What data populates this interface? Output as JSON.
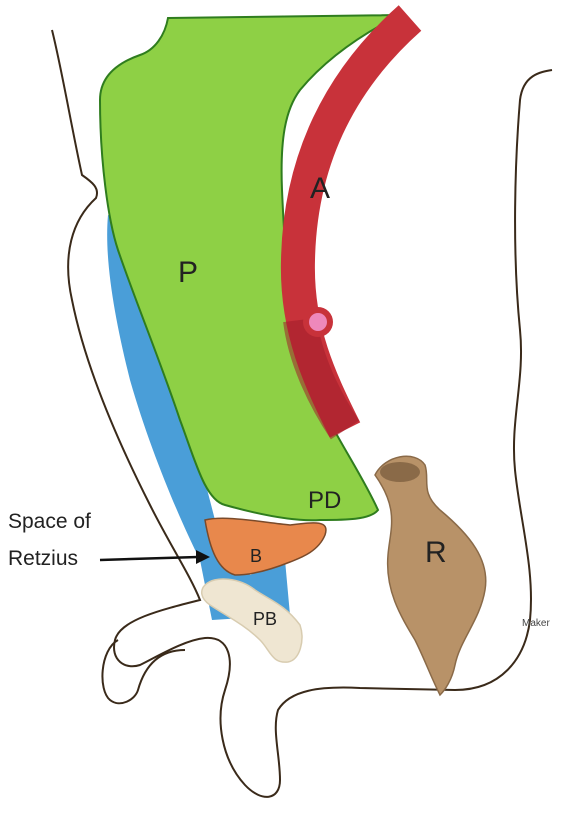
{
  "labels": {
    "peritoneum": "P",
    "artery": "A",
    "peritoneal_deflection": "PD",
    "bladder": "B",
    "pubic_bone": "PB",
    "rectum": "R",
    "space_line1": "Space of",
    "space_line2": "Retzius",
    "watermark": "Maker"
  },
  "colors": {
    "outline": "#3a2a1a",
    "peritoneum": "#8ed045",
    "peritoneum_stroke": "#2f7d1e",
    "artery": "#c8323a",
    "artery_dark": "#a01d2a",
    "artery_dot": "#ee88bb",
    "space": "#4a9ed8",
    "bladder": "#e8884c",
    "pubic_bone": "#efe6d2",
    "rectum": "#b89268",
    "rectum_dark": "#8a6a48"
  }
}
